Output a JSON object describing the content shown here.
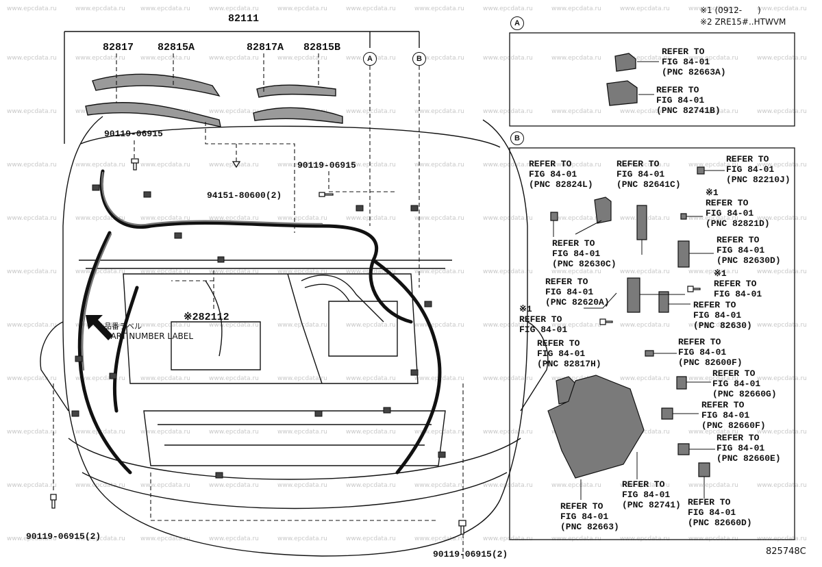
{
  "top_notes": [
    "※1 (0912-      )",
    "※2 ZRE15#..HTWVM"
  ],
  "watermark": "www.epcdata.ru",
  "figure_code": "825748C",
  "section_a": {
    "letter": "A"
  },
  "section_b": {
    "letter": "B"
  },
  "main_labels": {
    "p82111": "82111",
    "p82817": "82817",
    "p82815a": "82815A",
    "p82817a": "82817A",
    "p82815b": "82815B",
    "bolt_left": "90119-06915",
    "bolt_right": "90119-06915",
    "clip": "94151-80600(2)",
    "p82112": "※282112",
    "jp_label": "品番ラベル",
    "part_label": "PART NUMBER LABEL",
    "bolt_bl": "90119-06915(2)",
    "bolt_br": "90119-06915(2)"
  },
  "refs_a": [
    {
      "lines": [
        "REFER TO",
        "FIG 84-01",
        "(PNC 82663A)"
      ]
    },
    {
      "lines": [
        "REFER TO",
        "FIG 84-01",
        "(PNC 82741B)"
      ]
    }
  ],
  "refs_b": [
    {
      "pre": "",
      "lines": [
        "REFER TO",
        "FIG 84-01",
        "(PNC 82824L)"
      ]
    },
    {
      "pre": "",
      "lines": [
        "REFER TO",
        "FIG 84-01",
        "(PNC 82641C)"
      ]
    },
    {
      "pre": "",
      "lines": [
        "REFER TO",
        "FIG 84-01",
        "(PNC 82210J)"
      ]
    },
    {
      "pre": "※1",
      "lines": [
        "REFER TO",
        "FIG 84-01",
        "(PNC 82821D)"
      ]
    },
    {
      "pre": "",
      "lines": [
        "REFER TO",
        "FIG 84-01",
        "(PNC 82630C)"
      ]
    },
    {
      "pre": "",
      "lines": [
        "REFER TO",
        "FIG 84-01",
        "(PNC 82630D)"
      ]
    },
    {
      "pre": "",
      "lines": [
        "REFER TO",
        "FIG 84-01",
        "(PNC 82620A)"
      ]
    },
    {
      "pre": "※1",
      "lines": [
        "REFER TO",
        "FIG 84-01"
      ]
    },
    {
      "pre": "",
      "lines": [
        "REFER TO",
        "FIG 84-01",
        "(PNC 82630)"
      ]
    },
    {
      "pre": "※1",
      "lines": [
        "REFER TO",
        "FIG 84-01"
      ]
    },
    {
      "pre": "",
      "lines": [
        "REFER TO",
        "FIG 84-01",
        "(PNC 82817H)"
      ]
    },
    {
      "pre": "",
      "lines": [
        "REFER TO",
        "FIG 84-01",
        "(PNC 82600F)"
      ]
    },
    {
      "pre": "",
      "lines": [
        "REFER TO",
        "FIG 84-01",
        "(PNC 82660G)"
      ]
    },
    {
      "pre": "",
      "lines": [
        "REFER TO",
        "FIG 84-01",
        "(PNC 82660F)"
      ]
    },
    {
      "pre": "",
      "lines": [
        "REFER TO",
        "FIG 84-01",
        "(PNC 82660E)"
      ]
    },
    {
      "pre": "",
      "lines": [
        "REFER TO",
        "FIG 84-01",
        "(PNC 82741)"
      ]
    },
    {
      "pre": "",
      "lines": [
        "REFER TO",
        "FIG 84-01",
        "(PNC 82663)"
      ]
    },
    {
      "pre": "",
      "lines": [
        "REFER TO",
        "FIG 84-01",
        "(PNC 82660D)"
      ]
    }
  ]
}
